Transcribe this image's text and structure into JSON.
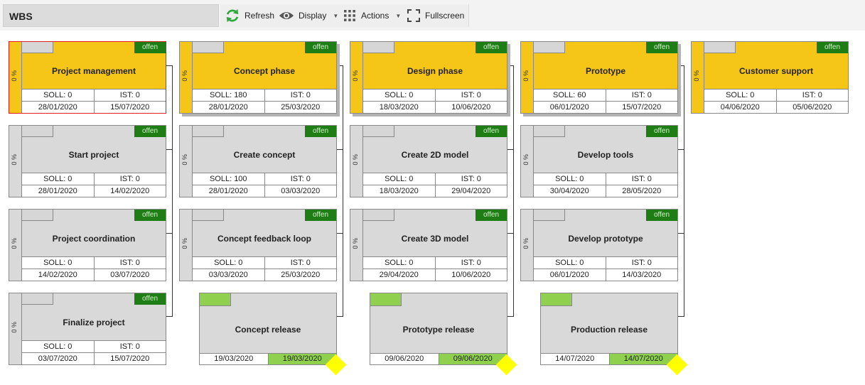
{
  "toolbar": {
    "title": "WBS",
    "refresh_label": "Refresh",
    "display_label": "Display",
    "actions_label": "Actions",
    "fullscreen_label": "Fullscreen",
    "refresh_icon_color": "#2eaa3c"
  },
  "colors": {
    "summary_task": "#f5c518",
    "task": "#d9d9d9",
    "status_open": "#1e7d14",
    "milestone_tag": "#8fd14f",
    "milestone_diamond": "#ffff00",
    "selection_border": "#e02020"
  },
  "wbs": {
    "columns": [
      {
        "phase": {
          "name": "Project management",
          "percent": "0 %",
          "status": "offen",
          "soll": "SOLL: 0",
          "ist": "IST: 0",
          "start": "28/01/2020",
          "end": "15/07/2020"
        },
        "tasks": [
          {
            "name": "Start project",
            "percent": "0 %",
            "status": "offen",
            "soll": "SOLL: 0",
            "ist": "IST: 0",
            "start": "28/01/2020",
            "end": "14/02/2020"
          },
          {
            "name": "Project coordination",
            "percent": "0 %",
            "status": "offen",
            "soll": "SOLL: 0",
            "ist": "IST: 0",
            "start": "14/02/2020",
            "end": "03/07/2020"
          },
          {
            "name": "Finalize project",
            "percent": "0 %",
            "status": "offen",
            "soll": "SOLL: 0",
            "ist": "IST: 0",
            "start": "03/07/2020",
            "end": "15/07/2020"
          }
        ]
      },
      {
        "phase": {
          "name": "Concept phase",
          "percent": "0 %",
          "status": "offen",
          "soll": "SOLL: 180",
          "ist": "IST: 0",
          "start": "28/01/2020",
          "end": "25/03/2020"
        },
        "tasks": [
          {
            "name": "Create concept",
            "percent": "0 %",
            "status": "offen",
            "soll": "SOLL: 100",
            "ist": "IST: 0",
            "start": "28/01/2020",
            "end": "03/03/2020"
          },
          {
            "name": "Concept feedback loop",
            "percent": "0 %",
            "status": "offen",
            "soll": "SOLL: 0",
            "ist": "IST: 0",
            "start": "03/03/2020",
            "end": "25/03/2020"
          }
        ],
        "milestone": {
          "name": "Concept release",
          "planned": "19/03/2020",
          "actual": "19/03/2020"
        }
      },
      {
        "phase": {
          "name": "Design phase",
          "percent": "0 %",
          "status": "offen",
          "soll": "SOLL: 0",
          "ist": "IST: 0",
          "start": "18/03/2020",
          "end": "10/06/2020"
        },
        "tasks": [
          {
            "name": "Create 2D model",
            "percent": "0 %",
            "status": "offen",
            "soll": "SOLL: 0",
            "ist": "IST: 0",
            "start": "18/03/2020",
            "end": "29/04/2020"
          },
          {
            "name": "Create 3D model",
            "percent": "0 %",
            "status": "offen",
            "soll": "SOLL: 0",
            "ist": "IST: 0",
            "start": "29/04/2020",
            "end": "10/06/2020"
          }
        ],
        "milestone": {
          "name": "Prototype release",
          "planned": "09/06/2020",
          "actual": "09/06/2020"
        }
      },
      {
        "phase": {
          "name": "Prototype",
          "percent": "0 %",
          "status": "offen",
          "soll": "SOLL: 60",
          "ist": "IST: 0",
          "start": "06/01/2020",
          "end": "15/07/2020"
        },
        "tasks": [
          {
            "name": "Develop tools",
            "percent": "0 %",
            "status": "offen",
            "soll": "SOLL: 0",
            "ist": "IST: 0",
            "start": "30/04/2020",
            "end": "28/05/2020"
          },
          {
            "name": "Develop prototype",
            "percent": "0 %",
            "status": "offen",
            "soll": "SOLL: 0",
            "ist": "IST: 0",
            "start": "06/01/2020",
            "end": "14/03/2020"
          }
        ],
        "milestone": {
          "name": "Production release",
          "planned": "14/07/2020",
          "actual": "14/07/2020"
        }
      },
      {
        "phase": {
          "name": "Customer support",
          "percent": "0 %",
          "status": "offen",
          "soll": "SOLL: 0",
          "ist": "IST: 0",
          "start": "04/06/2020",
          "end": "05/06/2020"
        },
        "tasks": []
      }
    ]
  }
}
